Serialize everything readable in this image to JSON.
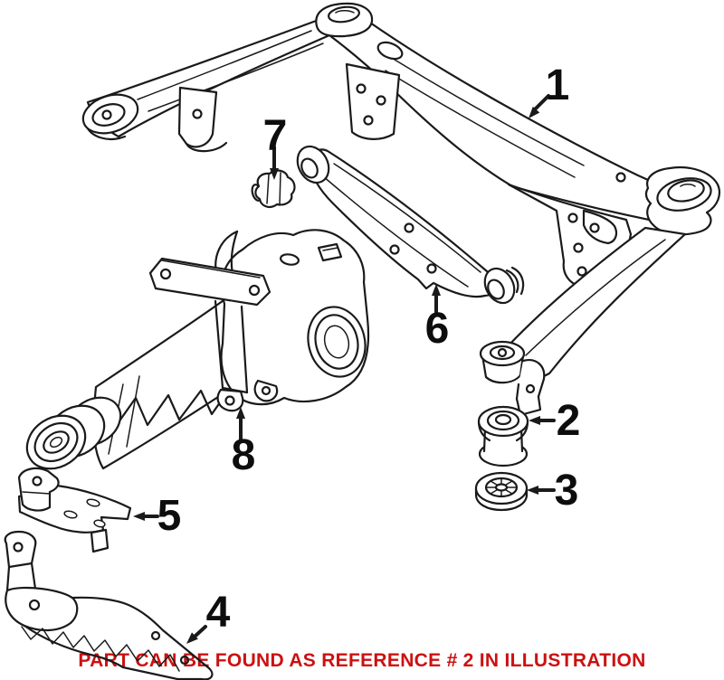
{
  "figure": {
    "background_color": "#ffffff",
    "line_color": "#1a1a1a",
    "callouts": [
      {
        "number": "1"
      },
      {
        "number": "2"
      },
      {
        "number": "3"
      },
      {
        "number": "4"
      },
      {
        "number": "5"
      },
      {
        "number": "6"
      },
      {
        "number": "7"
      },
      {
        "number": "8"
      }
    ],
    "caption": {
      "text": "PART CAN BE FOUND AS REFERENCE # 2 IN ILLUSTRATION",
      "color": "#cc1111"
    }
  }
}
